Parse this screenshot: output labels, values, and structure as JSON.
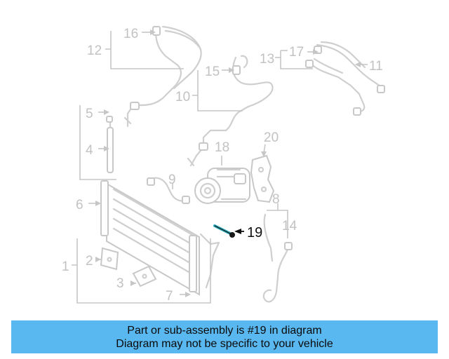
{
  "callouts": {
    "c1": "1",
    "c2": "2",
    "c3": "3",
    "c4": "4",
    "c5": "5",
    "c6": "6",
    "c7": "7",
    "c8": "8",
    "c9": "9",
    "c10": "10",
    "c11": "11",
    "c12": "12",
    "c13": "13",
    "c14": "14",
    "c15": "15",
    "c16": "16",
    "c17": "17",
    "c18": "18",
    "c19": "19",
    "c20": "20"
  },
  "highlighted_part": "19",
  "banner": {
    "line1": "Part or sub-assembly is #19 in diagram",
    "line2": "Diagram may not be specific to your vehicle"
  },
  "colors": {
    "faded_parts": "#cfcfcf",
    "highlight_text": "#111111",
    "highlight_bolt": "#2aa7b8",
    "banner_bg": "#5ab8f0"
  }
}
